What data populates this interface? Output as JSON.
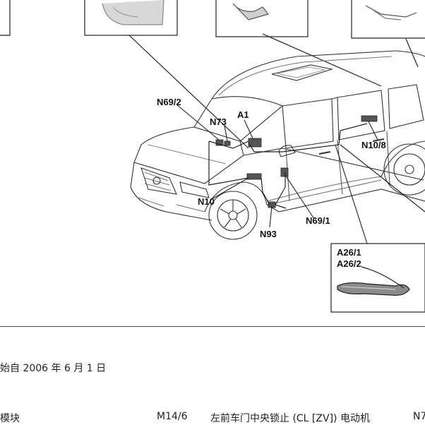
{
  "figure": {
    "labels": {
      "n69_2": "N69/2",
      "n73": "N73",
      "a1": "A1",
      "n10_8": "N10/8",
      "n10": "N10",
      "n93": "N93",
      "n69_1": "N69/1",
      "a26_1": "A26/1",
      "a26_2": "A26/2"
    }
  },
  "caption": "始自 2006 年 6 月 1 日",
  "legend": {
    "left_item": "模块",
    "mid_code": "M14/6",
    "mid_desc": "左前车门中央锁止 (CL [ZV]) 电动机",
    "right_code": "N7"
  }
}
